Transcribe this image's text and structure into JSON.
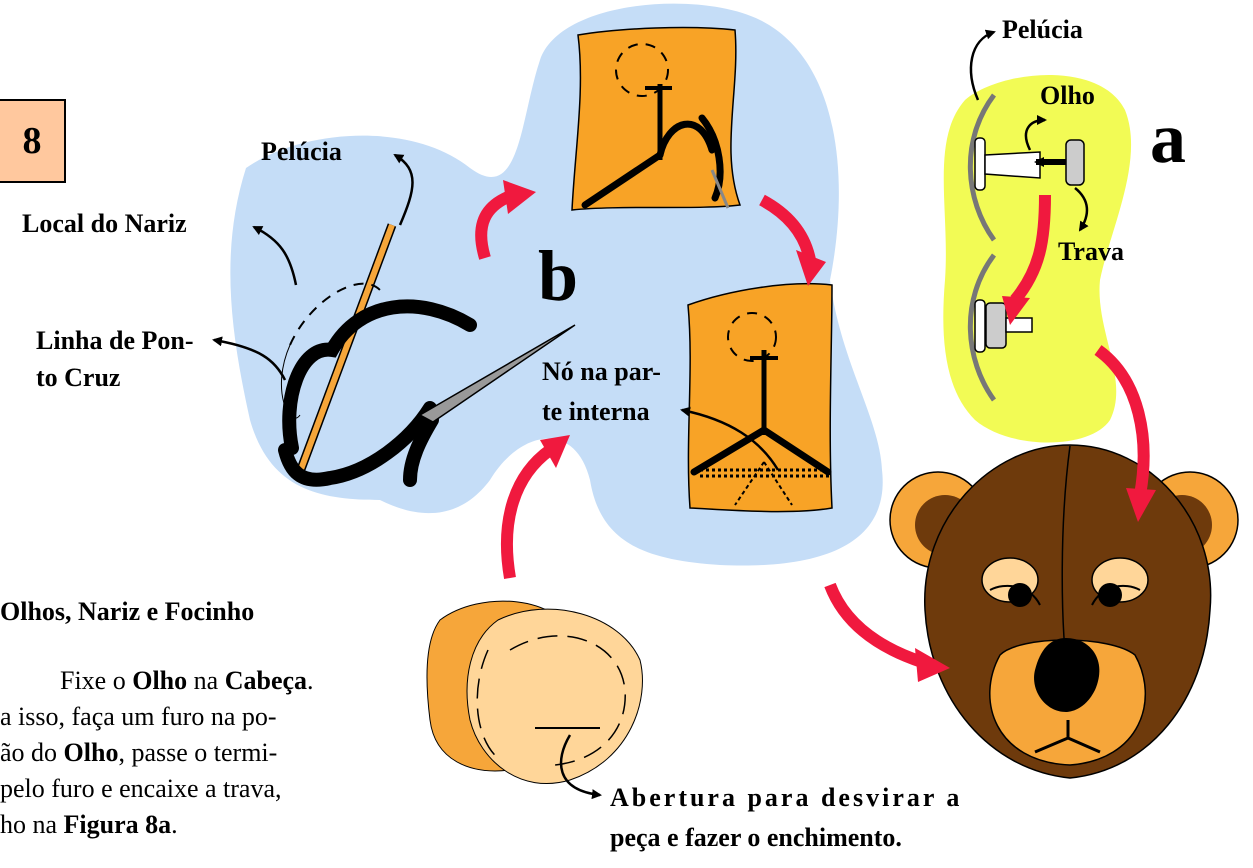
{
  "step_number": "8",
  "letters": {
    "a": "a",
    "b": "b"
  },
  "labels": {
    "pelucia_b": "Pelúcia",
    "local_nariz": "Local do Nariz",
    "linha_1": "Linha de Pon-",
    "linha_2": "to Cruz",
    "no_1": "Nó na par-",
    "no_2": "te interna",
    "pelucia_a": "Pelúcia",
    "olho": "Olho",
    "trava": "Trava",
    "abertura_1": "Abertura para desvirar a",
    "abertura_2": "peça e fazer o enchimento."
  },
  "section_title": "Olhos, Nariz e Focinho",
  "paragraph": {
    "l1_a": "Fixe o ",
    "l1_b": "Olho",
    "l1_c": " na ",
    "l1_d": "Cabeça",
    "l1_e": ".",
    "l2": "a isso, faça um furo na po-",
    "l3_a": "ão do ",
    "l3_b": "Olho",
    "l3_c": ", passe o termi-",
    "l4": "pelo furo e encaixe a trava,",
    "l5_a": "ho na ",
    "l5_b": "Figura 8a",
    "l5_c": "."
  },
  "colors": {
    "blue_area": "#c5ddf7",
    "yellow_area": "#f2fb55",
    "orange_fabric": "#f8a326",
    "light_fabric": "#ffd699",
    "bear_brown": "#6e3a0c",
    "bear_ear": "#f6a63a",
    "arrow_red": "#f0193e",
    "box_fill": "#ffc89e"
  }
}
